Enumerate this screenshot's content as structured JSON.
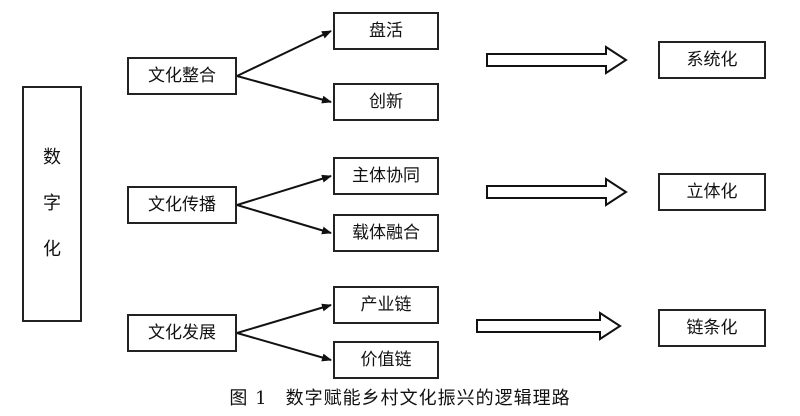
{
  "root": {
    "chars": [
      "数",
      "字",
      "化"
    ]
  },
  "branches": [
    {
      "category": "文化整合",
      "children": [
        "盘活",
        "创新"
      ],
      "outcome": "系统化"
    },
    {
      "category": "文化传播",
      "children": [
        "主体协同",
        "载体融合"
      ],
      "outcome": "立体化"
    },
    {
      "category": "文化发展",
      "children": [
        "产业链",
        "价值链"
      ],
      "outcome": "链条化"
    }
  ],
  "caption": {
    "label": "图 1",
    "title": "数字赋能乡村文化振兴的逻辑理路"
  }
}
